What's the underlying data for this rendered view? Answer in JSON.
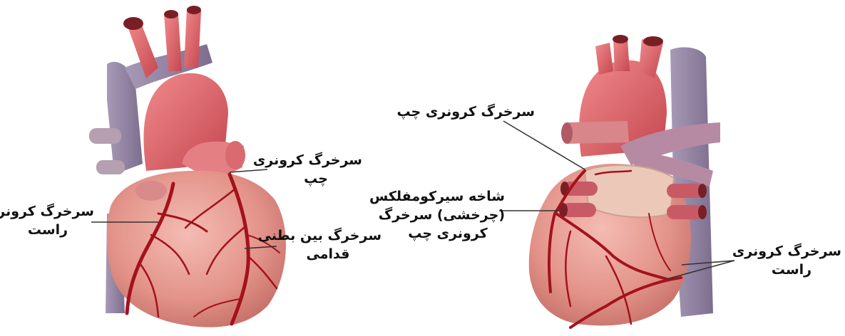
{
  "labels": {
    "front_left_coronary": [
      "سرخرگ کرونری",
      "چپ"
    ],
    "front_right_coronary": [
      "سرخرگ کرونری",
      "راست"
    ],
    "front_anterior_interventricular": [
      "سرخرگ بین بطنی",
      "قدامی"
    ],
    "back_left_coronary": [
      "سرخرگ کرونری چپ"
    ],
    "back_circumflex_branch": [
      "شاخه سیرکومفلکس",
      "(چرخشی) سرخرگ",
      "کرونری چپ"
    ],
    "back_right_coronary": [
      "سرخرگ کرونری",
      "راست"
    ]
  },
  "colors": {
    "myocardium": "#e79a92",
    "myocardium_shade": "#c8746c",
    "artery_red": "#d8525a",
    "vein_purple": "#9b8aa8",
    "coronary_vessel": "#a3121c",
    "leader_line": "#333333"
  }
}
